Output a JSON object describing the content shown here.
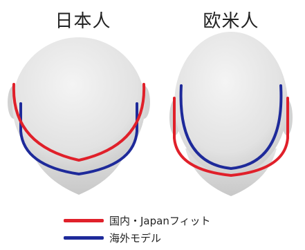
{
  "titles": {
    "japanese": "日本人",
    "western": "欧米人"
  },
  "legend": {
    "items": [
      {
        "label": "国内・Japanフィット",
        "color": "#e0202a"
      },
      {
        "label": "海外モデル",
        "color": "#1e2a9a"
      }
    ]
  },
  "colors": {
    "head_fill": "#e6e6e6",
    "head_shade": "#cfcfcf",
    "red_line": "#e0202a",
    "blue_line": "#1e2a9a"
  }
}
